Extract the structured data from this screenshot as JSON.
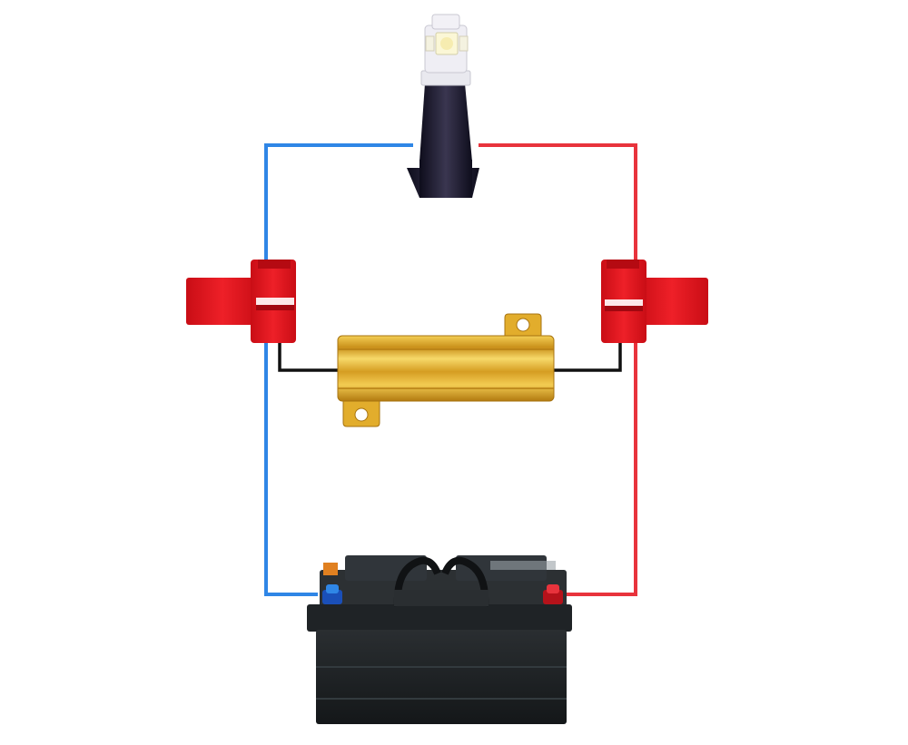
{
  "diagram": {
    "components": [
      {
        "id": "led-bulb",
        "icon": "led-bulb-icon"
      },
      {
        "id": "load-resistor",
        "icon": "aluminum-resistor-icon"
      },
      {
        "id": "connector-left",
        "icon": "scotchlok-connector-icon"
      },
      {
        "id": "connector-right",
        "icon": "scotchlok-connector-icon"
      },
      {
        "id": "battery",
        "icon": "car-battery-icon"
      }
    ],
    "wires": [
      {
        "id": "negative-wire",
        "from": "battery-negative-terminal",
        "to": "led-bulb",
        "color": "#2f86e6"
      },
      {
        "id": "positive-wire",
        "from": "battery-positive-terminal",
        "to": "led-bulb",
        "color": "#e8333c"
      },
      {
        "id": "resistor-lead-left",
        "from": "connector-left",
        "to": "load-resistor",
        "color": "#111111"
      },
      {
        "id": "resistor-lead-right",
        "from": "load-resistor",
        "to": "connector-right",
        "color": "#111111"
      }
    ],
    "colors": {
      "negative": "#2f86e6",
      "positive": "#e8333c",
      "connector": "#e0161e",
      "resistor": "#d9a520",
      "battery": "#1f2325"
    }
  }
}
